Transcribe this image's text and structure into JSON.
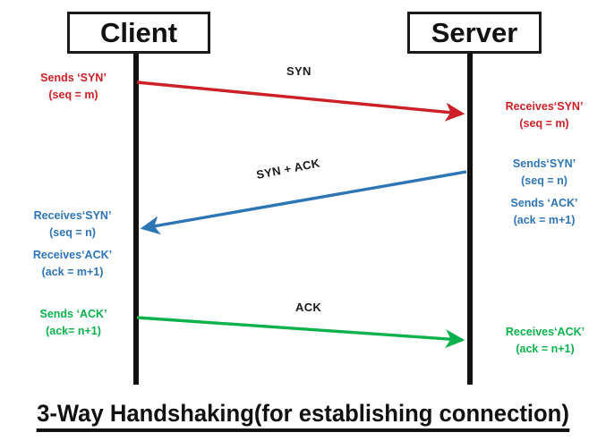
{
  "diagram": {
    "caption": "3-Way Handshaking(for establishing connection)",
    "nodes": {
      "client": "Client",
      "server": "Server"
    },
    "colors": {
      "syn": "#cc2026",
      "syn_ack": "#2e75b6",
      "ack": "#0bb14b",
      "lifeline": "#111111",
      "text": "#111111"
    },
    "messages": [
      {
        "name": "syn",
        "label": "SYN",
        "direction": "client-to-server",
        "color": "#cc2026"
      },
      {
        "name": "syn-ack",
        "label": "SYN + ACK",
        "direction": "server-to-client",
        "color": "#2e75b6"
      },
      {
        "name": "ack",
        "label": "ACK",
        "direction": "client-to-server",
        "color": "#0bb14b"
      }
    ],
    "client_notes": {
      "send_syn_line1": "Sends ‘SYN’",
      "send_syn_line2": "(seq = m)",
      "recv_syn_line1": "Receives‘SYN’",
      "recv_syn_line2": "(seq = n)",
      "recv_ack_line1": "Receives‘ACK’",
      "recv_ack_line2": "(ack = m+1)",
      "send_ack_line1": "Sends ‘ACK’",
      "send_ack_line2": "(ack= n+1)"
    },
    "server_notes": {
      "recv_syn_line1": "Receives‘SYN’",
      "recv_syn_line2": "(seq = m)",
      "send_syn_line1": "Sends‘SYN’",
      "send_syn_line2": "(seq = n)",
      "send_ack_line1": "Sends ‘ACK’",
      "send_ack_line2": "(ack = m+1)",
      "recv_ack_line1": "Receives‘ACK’",
      "recv_ack_line2": "(ack = n+1)"
    }
  }
}
